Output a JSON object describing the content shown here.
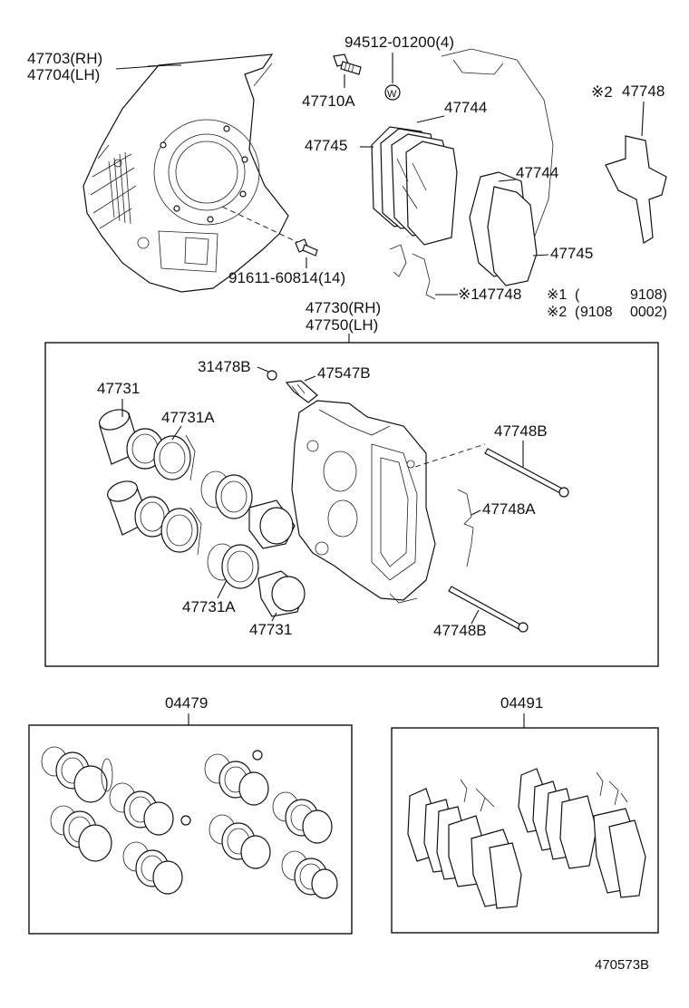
{
  "labels": {
    "shield_rh": "47703(RH)",
    "shield_lh": "47704(LH)",
    "bolt_spec": "94512-01200(4)",
    "bolt_a": "47710A",
    "pad_upper_1": "47744",
    "anti_squeal_1": "47745",
    "pad_upper_2": "47744",
    "anti_squeal_2": "47745",
    "clip_1_mark": "※2",
    "clip_1": "47748",
    "clip_2_mark": "※1",
    "clip_2": "47748",
    "bolt_b_spec": "91611-60814(14)",
    "washer_marker": "W",
    "caliper_rh": "47730(RH)",
    "caliper_lh": "47750(LH)",
    "bleeder_cap": "31478B",
    "bleeder_plug": "47547B",
    "piston_1": "47731",
    "seal_1": "47731A",
    "pin_1": "47748B",
    "spring_clip": "47748A",
    "seal_2": "47731A",
    "piston_2": "47731",
    "pin_2": "47748B",
    "kit_seal": "04479",
    "kit_pad": "04491",
    "figure_id": "470573B"
  },
  "notes": [
    {
      "mark": "※1",
      "open": "(",
      "from": "",
      "to": "9108)"
    },
    {
      "mark": "※2",
      "open": "(",
      "from": "9108",
      "to": "0002)"
    }
  ]
}
